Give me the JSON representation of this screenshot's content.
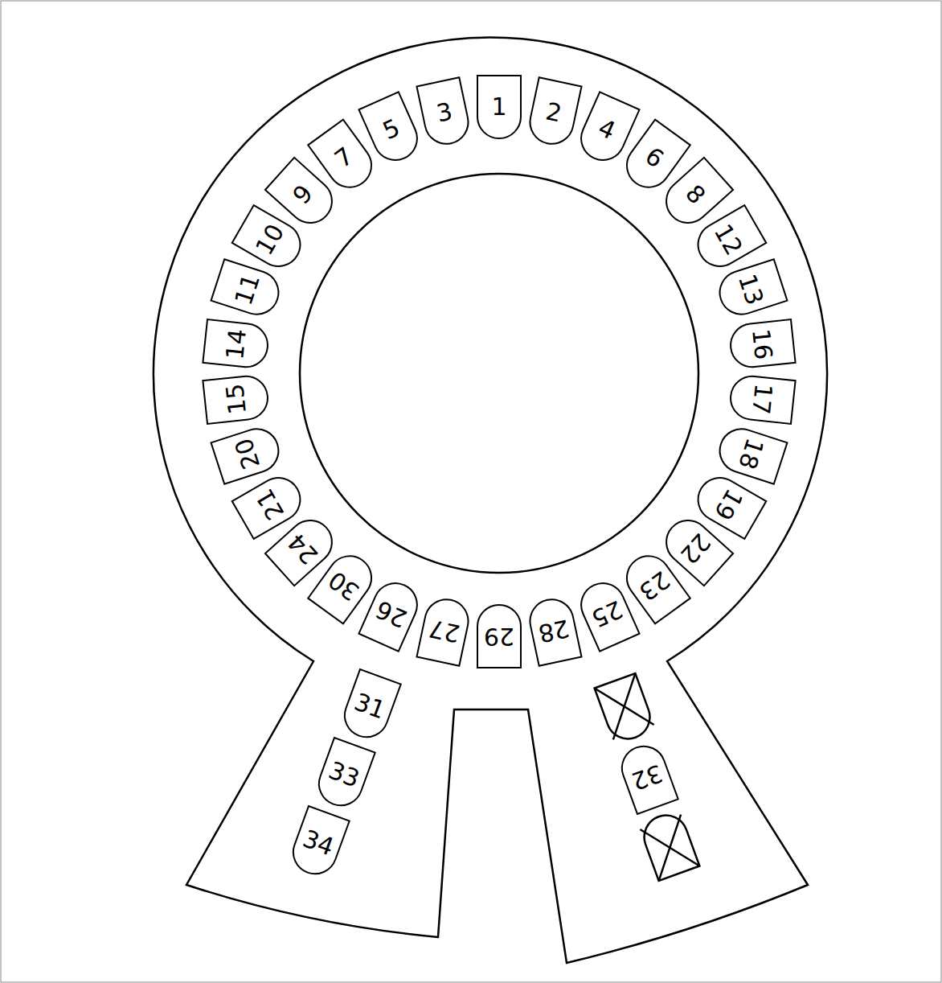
{
  "diagram": {
    "nodes": [
      {
        "text": [
          "1"
        ]
      },
      {
        "text": [
          "2"
        ]
      },
      {
        "text": [
          "4"
        ]
      },
      {
        "text": [
          "6"
        ]
      },
      {
        "text": [
          "8"
        ]
      },
      {
        "text": [
          "12"
        ]
      },
      {
        "text": [
          "13"
        ]
      },
      {
        "text": [
          "16"
        ]
      },
      {
        "text": [
          "17"
        ]
      },
      {
        "text": [
          "18"
        ]
      },
      {
        "text": [
          "19"
        ]
      },
      {
        "text": [
          "22"
        ]
      },
      {
        "text": [
          "23"
        ]
      },
      {
        "text": [
          "25"
        ]
      },
      {
        "text": [
          "28"
        ]
      },
      {
        "text": [
          "29"
        ]
      },
      {
        "text": [
          "27"
        ]
      },
      {
        "text": [
          "26"
        ]
      },
      {
        "text": [
          "30"
        ]
      },
      {
        "text": [
          "24"
        ]
      },
      {
        "text": [
          "21"
        ]
      },
      {
        "text": [
          "20"
        ]
      },
      {
        "text": [
          "15"
        ]
      },
      {
        "text": [
          "14"
        ]
      },
      {
        "text": [
          "11"
        ]
      },
      {
        "text": [
          "10"
        ]
      },
      {
        "text": [
          "9"
        ]
      },
      {
        "text": [
          "7"
        ]
      },
      {
        "text": [
          "5"
        ]
      },
      {
        "text": [
          "3"
        ]
      },
      {
        "text": [
          "31"
        ]
      },
      {
        "text": [
          "33"
        ]
      },
      {
        "text": [
          "34"
        ]
      },
      {
        "text": [
          "32"
        ]
      }
    ]
  }
}
